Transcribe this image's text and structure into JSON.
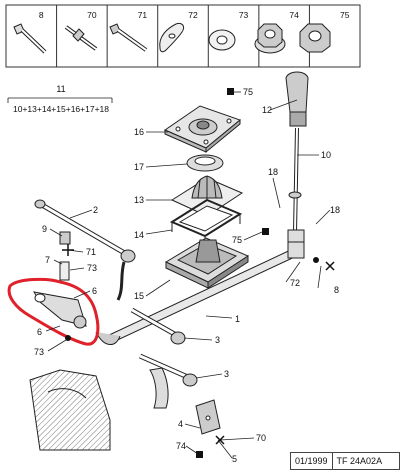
{
  "parts_header": [
    {
      "number": "8",
      "icon": "bolt-icon"
    },
    {
      "number": "70",
      "icon": "stud-icon"
    },
    {
      "number": "71",
      "icon": "screw-icon"
    },
    {
      "number": "72",
      "icon": "bracket-clip-icon"
    },
    {
      "number": "73",
      "icon": "washer-icon"
    },
    {
      "number": "74",
      "icon": "flange-nut-icon"
    },
    {
      "number": "75",
      "icon": "hex-nut-icon"
    }
  ],
  "kit_label": {
    "number": "11",
    "components": "10+13+14+15+16+17+18"
  },
  "callouts": {
    "c75a": "75",
    "c12": "12",
    "c16": "16",
    "c17": "17",
    "c10": "10",
    "c13": "13",
    "c18a": "18",
    "c18b": "18",
    "c2": "2",
    "c14": "14",
    "c75b": "75",
    "c9": "9",
    "c71": "71",
    "c7": "7",
    "c73a": "73",
    "c6a": "6",
    "c15": "15",
    "c72": "72",
    "c8": "8",
    "c1": "1",
    "c6b": "6",
    "c3a": "3",
    "c73b": "73",
    "c3b": "3",
    "c4": "4",
    "c74": "74",
    "c70": "70",
    "c5": "5"
  },
  "footer": {
    "date": "01/1999",
    "ref": "TF 24A02A"
  },
  "highlight_color": "#e0202a"
}
